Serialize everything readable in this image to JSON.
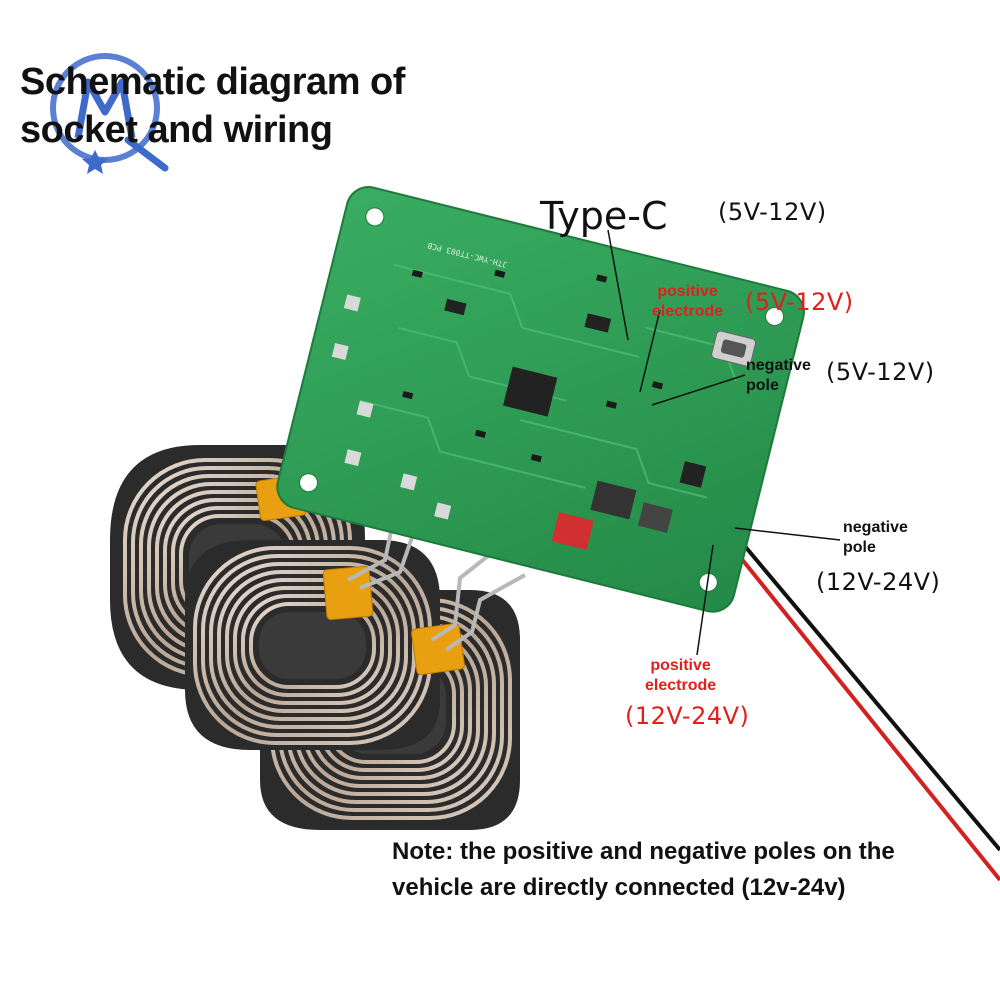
{
  "title": {
    "line1": "Schematic diagram of",
    "line2": "socket and wiring"
  },
  "logo": {
    "text": "MQ"
  },
  "labels": {
    "type_c": "Type-C",
    "type_c_voltage": "(5V-12V)",
    "pos_electrode_5v_line1": "positive",
    "pos_electrode_5v_line2": "electrode",
    "pos_electrode_5v_voltage": "(5V-12V)",
    "neg_pole_5v_line1": "negative",
    "neg_pole_5v_line2": "pole",
    "neg_pole_5v_voltage": "(5V-12V)",
    "neg_pole_12v_line1": "negative",
    "neg_pole_12v_line2": "pole",
    "neg_pole_12v_voltage": "(12V-24V)",
    "pos_electrode_12v_line1": "positive",
    "pos_electrode_12v_line2": "electrode",
    "pos_electrode_12v_voltage": "(12V-24V)"
  },
  "note": {
    "line1": "Note: the positive and negative poles on the",
    "line2": "vehicle are directly connected (12v-24v)"
  },
  "colors": {
    "pcb": "#2e9a55",
    "label_red": "#e0201b",
    "coil_copper": "#c9b8a8",
    "coil_backing": "#2a2a2a",
    "kapton_tape": "#e8a010"
  }
}
